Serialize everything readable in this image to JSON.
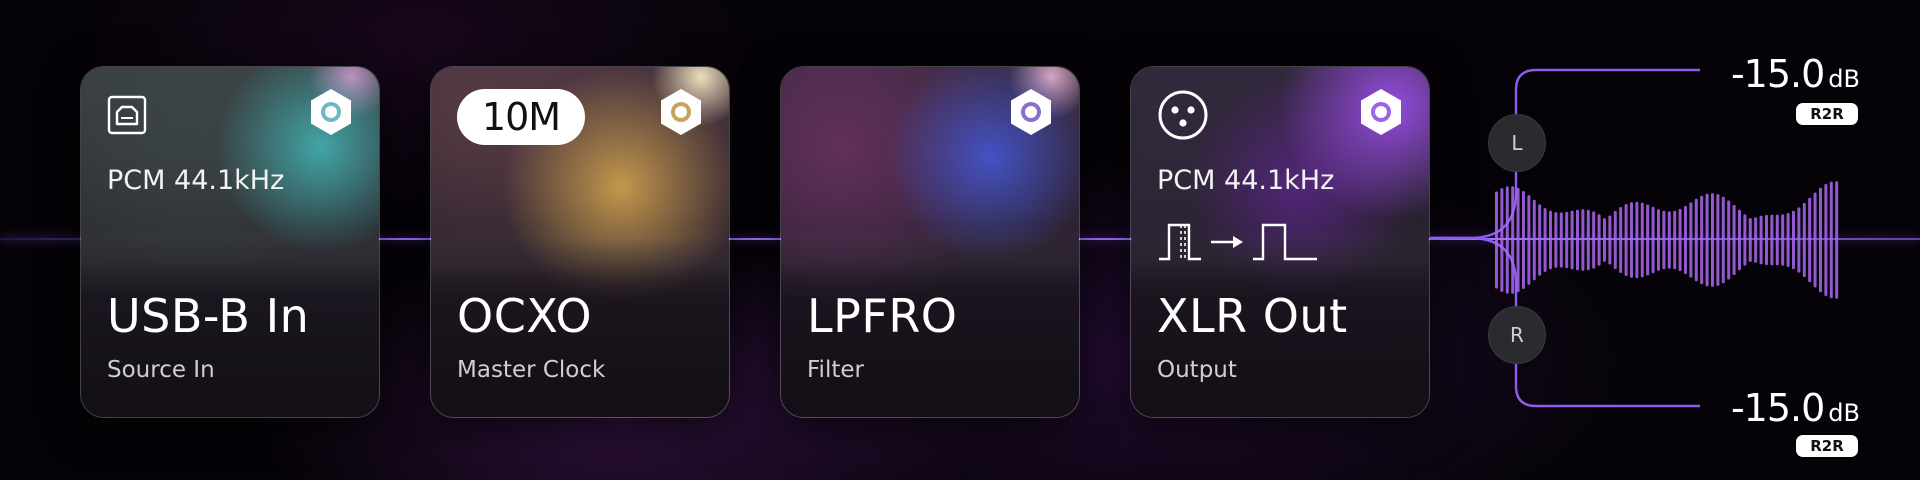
{
  "colors": {
    "accent": "#9a6bff",
    "waveform_start": "#c765e6",
    "waveform_end": "#8f6bff"
  },
  "cards": [
    {
      "icon": "usb-b-icon",
      "rate": "PCM 44.1kHz",
      "title": "USB-B In",
      "subtitle": "Source In"
    },
    {
      "badge": "10M",
      "title": "OCXO",
      "subtitle": "Master Clock"
    },
    {
      "title": "LPFRO",
      "subtitle": "Filter"
    },
    {
      "icon": "xlr-connector-icon",
      "rate": "PCM 44.1kHz",
      "title": "XLR Out",
      "subtitle": "Output"
    }
  ],
  "meter": {
    "left": {
      "channel": "L",
      "level": "-15.0",
      "unit": "dB",
      "tag": "R2R"
    },
    "right": {
      "channel": "R",
      "level": "-15.0",
      "unit": "dB",
      "tag": "R2R"
    }
  }
}
